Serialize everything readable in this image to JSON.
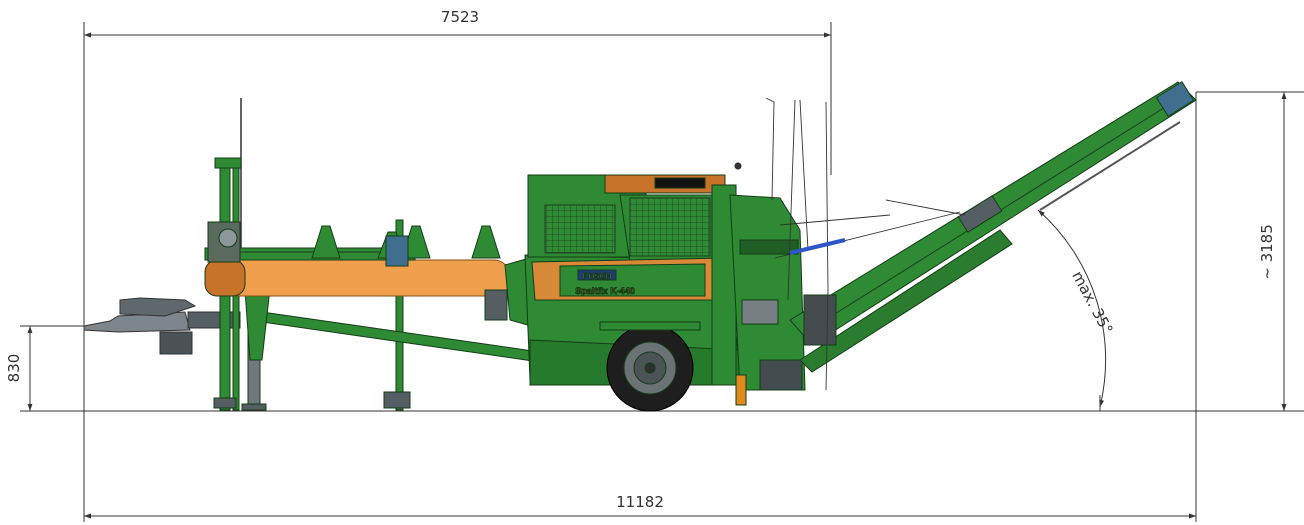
{
  "dimensions": {
    "top_length": "7523",
    "total_length": "11182",
    "height": "~ 3185",
    "hitch_height": "830",
    "angle": "max. 35°"
  },
  "machine": {
    "logo": "POSCH",
    "model": "Spaltfix K-440"
  },
  "colors": {
    "body_green": "#2f8a34",
    "dark_green": "#1f5e24",
    "orange": "#f0a04c",
    "dark_orange": "#c7742a",
    "grey": "#707a80",
    "line": "#333333"
  }
}
